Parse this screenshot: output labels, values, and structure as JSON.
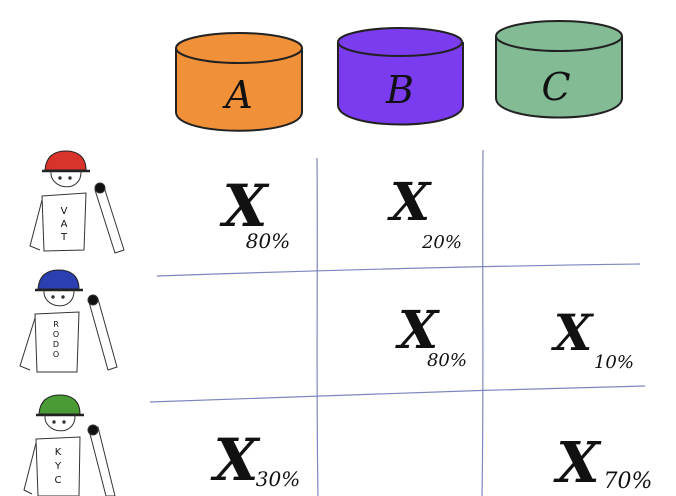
{
  "databases": [
    {
      "label": "A",
      "color": "#f0913a"
    },
    {
      "label": "B",
      "color": "#7b3cf0"
    },
    {
      "label": "C",
      "color": "#83bb95"
    }
  ],
  "workers": [
    {
      "label": "VAT",
      "hat_color": "#d9342b"
    },
    {
      "label": "RODO",
      "hat_color": "#2b3fb0"
    },
    {
      "label": "KYC",
      "hat_color": "#4a9a35"
    }
  ],
  "cells": [
    {
      "worker": "VAT",
      "db": "A",
      "mark": "X",
      "share": "80%"
    },
    {
      "worker": "VAT",
      "db": "B",
      "mark": "X",
      "share": "20%"
    },
    {
      "worker": "RODO",
      "db": "B",
      "mark": "X",
      "share": "80%"
    },
    {
      "worker": "RODO",
      "db": "C",
      "mark": "X",
      "share": "10%"
    },
    {
      "worker": "KYC",
      "db": "A",
      "mark": "X",
      "share": "30%"
    },
    {
      "worker": "KYC",
      "db": "C",
      "mark": "X",
      "share": "70%"
    }
  ],
  "colors": {
    "grid": "#7d86bf",
    "ink": "#111111",
    "sketch": "#333333"
  }
}
